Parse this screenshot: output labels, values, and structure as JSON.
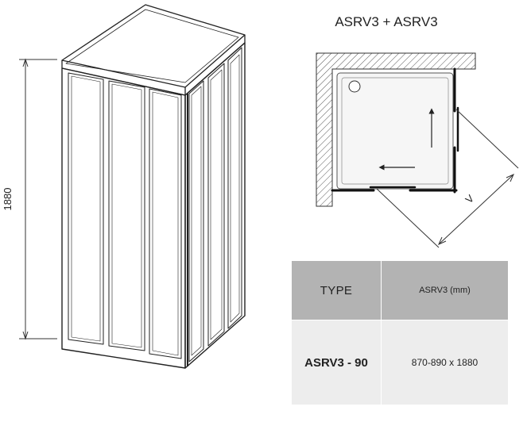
{
  "diagram": {
    "plan_title": "ASRV3 + ASRV3",
    "height_label": "1880",
    "width_label": "V"
  },
  "table": {
    "headers": [
      "TYPE",
      "ASRV3 (mm)"
    ],
    "rows": [
      {
        "type": "ASRV3 - 90",
        "size": "870-890 x 1880"
      }
    ]
  }
}
